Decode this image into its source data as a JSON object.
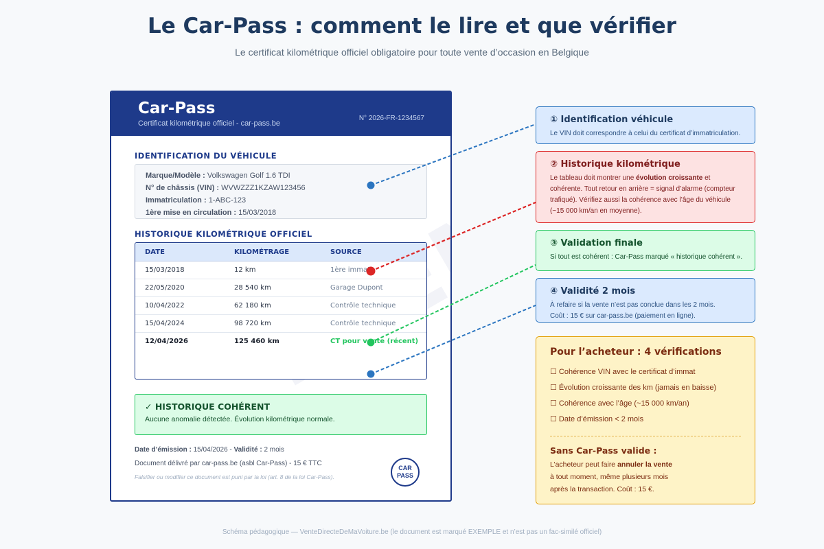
{
  "header": {
    "title": "Le Car-Pass : comment le lire et que vérifier",
    "subtitle": "Le certificat kilométrique officiel obligatoire pour toute vente d’occasion en Belgique"
  },
  "document": {
    "brand": "Car-Pass",
    "brand_sub": "Certificat kilométrique officiel - car-pass.be",
    "number": "N° 2026-FR-1234567",
    "watermark": "EXEMPLE",
    "identification": {
      "title": "IDENTIFICATION DU VÉHICULE",
      "rows": [
        {
          "label": "Marque/Modèle :",
          "value": "Volkswagen Golf 1.6 TDI"
        },
        {
          "label": "N° de châssis (VIN) :",
          "value": "WVWZZZ1KZAW123456"
        },
        {
          "label": "Immatriculation :",
          "value": "1-ABC-123"
        },
        {
          "label": "1ère mise en circulation :",
          "value": "15/03/2018"
        }
      ]
    },
    "history": {
      "title": "HISTORIQUE KILOMÉTRIQUE OFFICIEL",
      "columns": [
        "DATE",
        "KILOMÉTRAGE",
        "SOURCE"
      ],
      "rows": [
        {
          "date": "15/03/2018",
          "km": "12 km",
          "source": "1ère immat."
        },
        {
          "date": "22/05/2020",
          "km": "28 540 km",
          "source": "Garage Dupont"
        },
        {
          "date": "10/04/2022",
          "km": "62 180 km",
          "source": "Contrôle technique"
        },
        {
          "date": "15/04/2024",
          "km": "98 720 km",
          "source": "Contrôle technique"
        },
        {
          "date": "12/04/2026",
          "km": "125 460 km",
          "source": "CT pour vente (récent)"
        }
      ]
    },
    "status": {
      "title": "✓ HISTORIQUE COHÉRENT",
      "text": "Aucune anomalie détectée. Évolution kilométrique normale."
    },
    "footer": {
      "emission_label": "Date d’émission :",
      "emission_value": "15/04/2026",
      "validity_label": "Validité :",
      "validity_value": "2 mois",
      "delivered": "Document délivré par car-pass.be (asbl Car-Pass) - 15 € TTC",
      "legal": "Falsifier ou modifier ce document est puni par la loi (art. 8 de la loi Car-Pass).",
      "stamp_line1": "CAR",
      "stamp_line2": "PASS"
    }
  },
  "callouts": [
    {
      "title": "① Identification véhicule",
      "lines": [
        "Le VIN doit correspondre à celui du certificat d’immatriculation."
      ],
      "color": "#2b75c0"
    },
    {
      "title": "② Historique kilométrique",
      "text_before": "Le tableau doit montrer une ",
      "text_bold": "évolution croissante",
      "text_after": " et cohérente. Tout retour en arrière = signal d’alarme (compteur trafiqué). Vérifiez aussi la cohérence avec l’âge du véhicule (~15 000 km/an en moyenne).",
      "color": "#dc2626"
    },
    {
      "title": "③ Validation finale",
      "lines": [
        "Si tout est cohérent : Car-Pass marqué « historique cohérent »."
      ],
      "color": "#22c55e"
    },
    {
      "title": "④ Validité 2 mois",
      "lines": [
        "À refaire si la vente n’est pas conclue dans les 2 mois.",
        "Coût : 15 € sur car-pass.be (paiement en ligne)."
      ],
      "color": "#2b75c0"
    }
  ],
  "buyer": {
    "title": "Pour l’acheteur : 4 vérifications",
    "checks": [
      "☐ Cohérence VIN avec le certificat d’immat",
      "☐ Évolution croissante des km (jamais en baisse)",
      "☐ Cohérence avec l’âge (~15 000 km/an)",
      "☐ Date d’émission < 2 mois"
    ],
    "no_carpass_title": "Sans Car-Pass valide :",
    "no_carpass_line1_before": "L’acheteur peut faire ",
    "no_carpass_line1_bold": "annuler la vente",
    "no_carpass_line2": "à tout moment, même plusieurs mois",
    "no_carpass_line3": "après la transaction. Coût : 15 €."
  },
  "footer_note": "Schéma pédagogique — VenteDirecteDeMaVoiture.be (le document est marqué EXEMPLE et n’est pas un fac-similé officiel)"
}
